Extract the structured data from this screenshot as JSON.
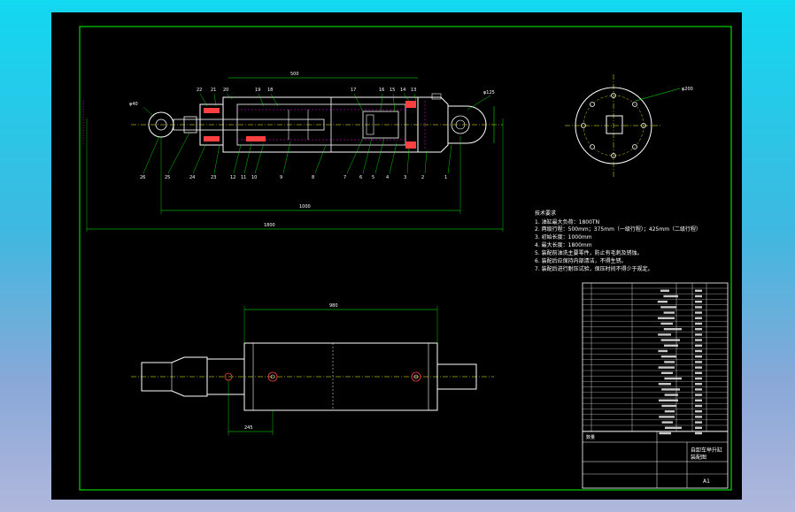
{
  "drawing": {
    "notes_title": "技术要求",
    "notes": [
      "1. 油缸最大负荷：1800TN",
      "2. 两级行程：500mm；375mm（一级行程）；425mm（二级行程）",
      "3. 初始长度：1000mm",
      "4. 最大长度：1800mm",
      "5. 装配前油洗主要零件，防止有毛刺及锈蚀。",
      "6. 装配后应保持内部清洁，不得生锈。",
      "7. 装配后进行耐压试验，保压时间不得少于规定。"
    ],
    "title_block": {
      "title": "自卸车举升缸",
      "subtitle": "装配图",
      "sheet": "A1",
      "material_label": "数量"
    },
    "dims": {
      "overall_length": "1800",
      "stroke": "500",
      "inner_length": "1000",
      "bore": "φ125",
      "pin": "φ40",
      "bottom_length": "980",
      "bottom_offset": "245",
      "ring_label": "φ200"
    },
    "balloons_top": [
      "22",
      "21",
      "20",
      "19",
      "18",
      "17",
      "16",
      "15",
      "14",
      "13"
    ],
    "balloons_bottom": [
      "26",
      "25",
      "24",
      "23",
      "12",
      "11",
      "10",
      "9",
      "8",
      "7",
      "6",
      "5",
      "4",
      "3",
      "2",
      "1"
    ],
    "colors": {
      "background": "#000000",
      "outline": "#ffffff",
      "frame": "#00ff00",
      "dimension": "#00ff00",
      "section": "#ff0000",
      "centerline": "#ffff00",
      "hatch": "#ff00ff"
    }
  }
}
